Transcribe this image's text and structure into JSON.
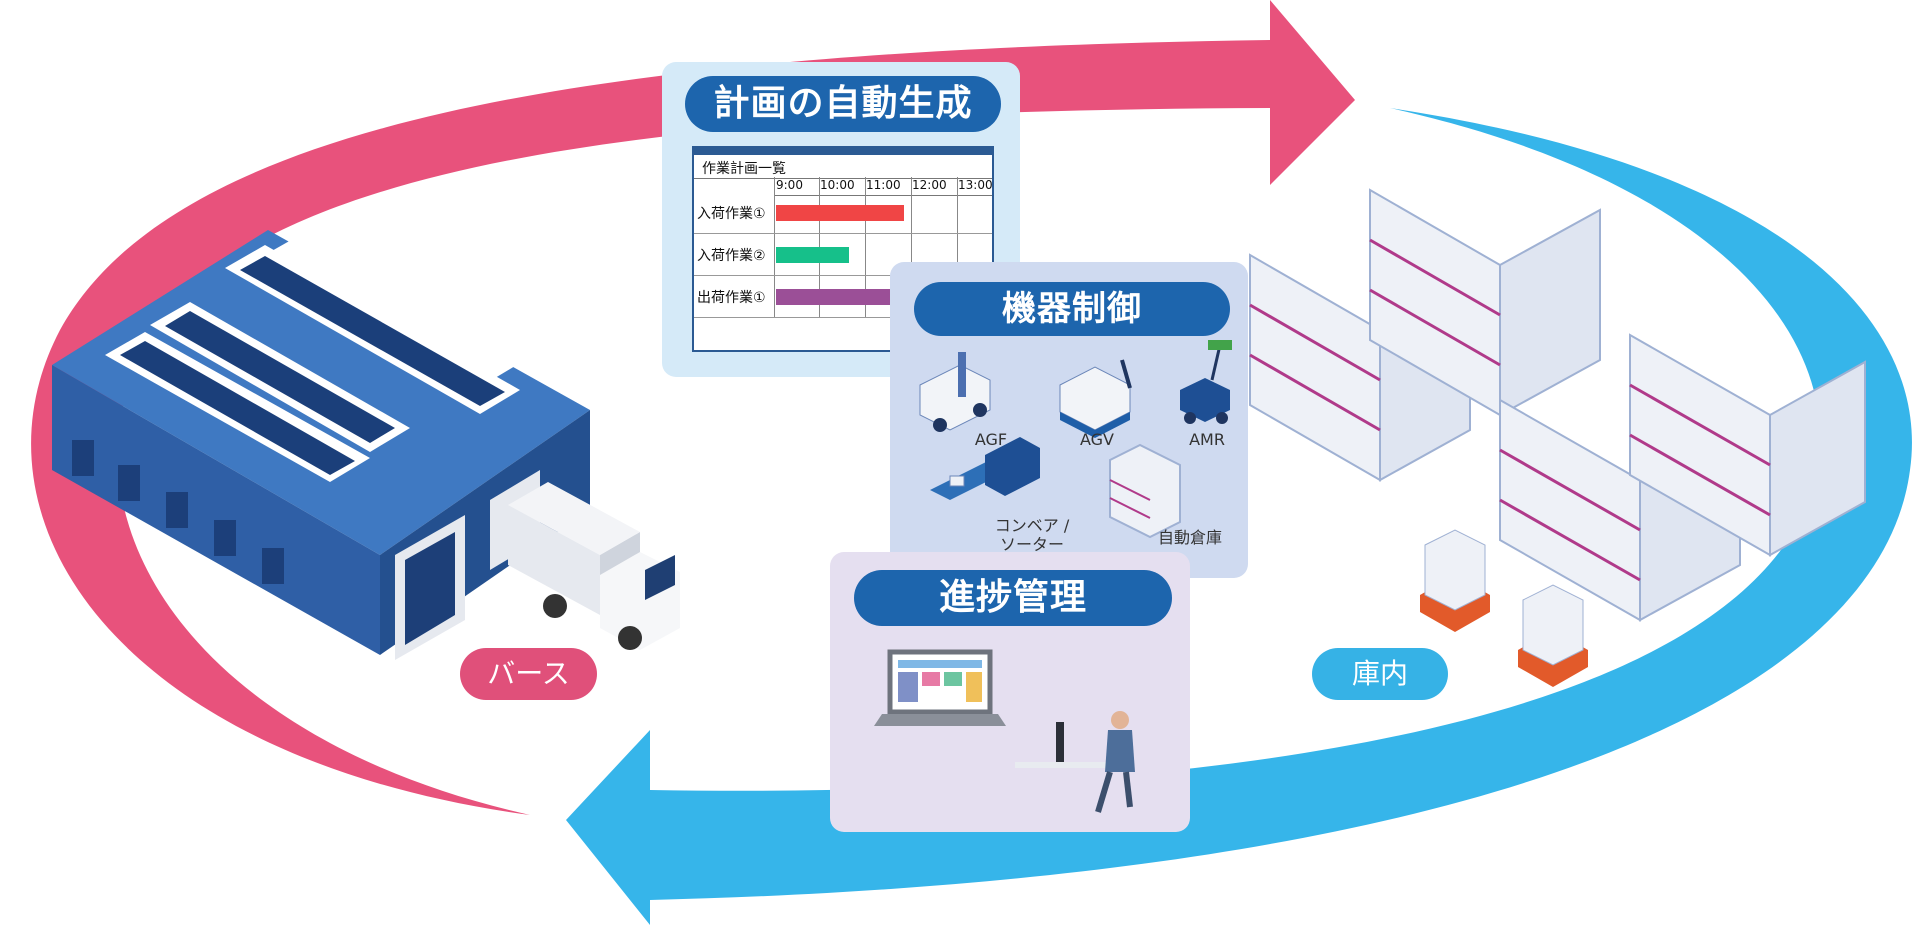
{
  "cards": {
    "plan": {
      "title": "計画の自動生成",
      "schedule": {
        "header": "作業計画一覧",
        "times": [
          "9:00",
          "10:00",
          "11:00",
          "12:00",
          "13:00"
        ],
        "rows": [
          {
            "label": "入荷作業①",
            "color": "#f04545"
          },
          {
            "label": "入荷作業②",
            "color": "#16c08a"
          },
          {
            "label": "出荷作業①",
            "color": "#9b4f97"
          }
        ]
      }
    },
    "devices": {
      "title": "機器制御",
      "items": [
        {
          "label": "AGF",
          "icon": "agf-forklift-icon"
        },
        {
          "label": "AGV",
          "icon": "agv-cart-icon"
        },
        {
          "label": "AMR",
          "icon": "amr-robot-icon"
        },
        {
          "label": "コンベア /\nソーター",
          "icon": "conveyor-sorter-icon"
        },
        {
          "label": "自動倉庫",
          "icon": "automated-warehouse-icon"
        }
      ]
    },
    "progress": {
      "title": "進捗管理"
    }
  },
  "tags": {
    "berth": "バース",
    "inside": "庫内"
  },
  "colors": {
    "cycle_pink": "#e8527c",
    "cycle_blue": "#36b5ea",
    "title_blue": "#1d65ad"
  }
}
